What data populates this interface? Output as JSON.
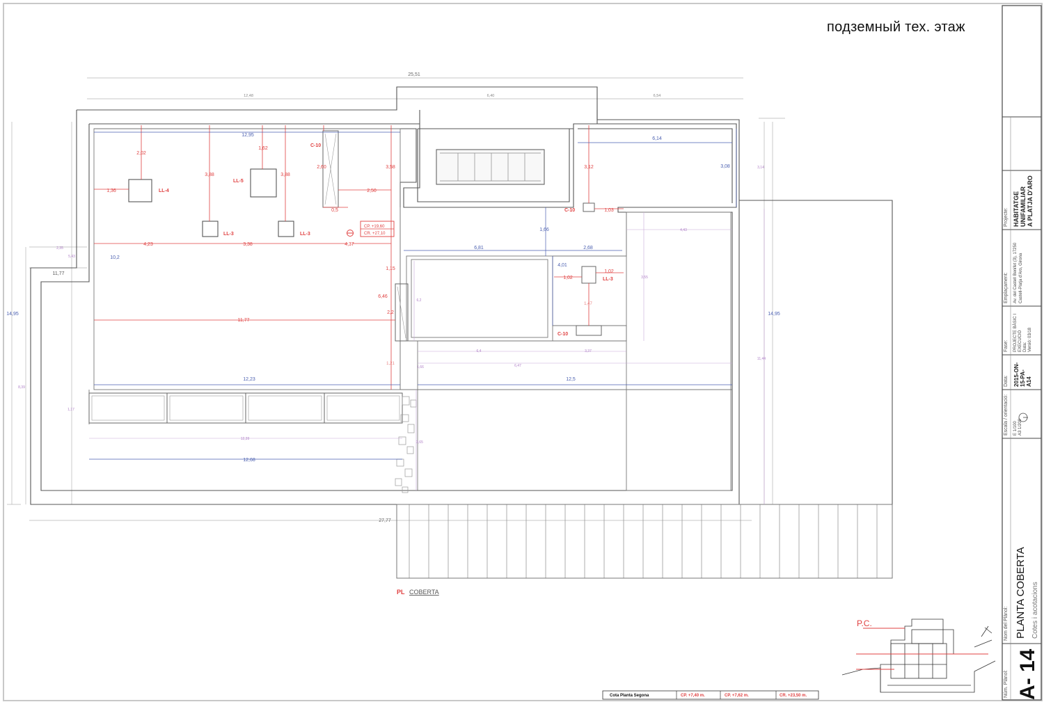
{
  "header": {
    "note": "подземный тех. этаж"
  },
  "plan": {
    "caption_prefix": "PL",
    "caption": "COBERTA",
    "overall": {
      "top": "25,51",
      "bottom": "27,77",
      "left": "14,95",
      "right": "14,95",
      "left_small": "11,77"
    },
    "top_sub": [
      "12,48",
      "6,40",
      "6,54"
    ],
    "blue_dims": [
      {
        "t": "12,95"
      },
      {
        "t": "6,14"
      },
      {
        "t": "3,08"
      },
      {
        "t": "10,2"
      },
      {
        "t": "6,81"
      },
      {
        "t": "2,68"
      },
      {
        "t": "1,66"
      },
      {
        "t": "4,01"
      },
      {
        "t": "12,23"
      },
      {
        "t": "12,68"
      },
      {
        "t": "12,5"
      },
      {
        "t": "14,95"
      },
      {
        "t": "11,77"
      },
      {
        "t": "1,02"
      }
    ],
    "red_dims": [
      {
        "t": "2,02"
      },
      {
        "t": "1,62"
      },
      {
        "t": "3,88"
      },
      {
        "t": "3,88"
      },
      {
        "t": "2,60"
      },
      {
        "t": "3,58"
      },
      {
        "t": "2,50"
      },
      {
        "t": "0,5"
      },
      {
        "t": "1,36"
      },
      {
        "t": "4,23"
      },
      {
        "t": "3,38"
      },
      {
        "t": "4,37"
      },
      {
        "t": "11,77"
      },
      {
        "t": "1,15"
      },
      {
        "t": "6,46"
      },
      {
        "t": "2,2"
      },
      {
        "t": "1,21"
      },
      {
        "t": "3,12"
      },
      {
        "t": "1,03"
      },
      {
        "t": "1,02"
      },
      {
        "t": "1,02"
      },
      {
        "t": "1,47"
      },
      {
        "t": "1,02"
      }
    ],
    "purple_dims": [
      {
        "t": "2,35"
      },
      {
        "t": "4,43"
      },
      {
        "t": "3,55"
      },
      {
        "t": "6,4"
      },
      {
        "t": "3,37"
      },
      {
        "t": "6,47"
      },
      {
        "t": "3,65"
      },
      {
        "t": "12,39"
      },
      {
        "t": "8,39"
      },
      {
        "t": "1,17"
      },
      {
        "t": "3,14"
      },
      {
        "t": "11,44"
      },
      {
        "t": "6,2"
      },
      {
        "t": "1,66"
      },
      {
        "t": "5,43"
      },
      {
        "t": "3,63"
      }
    ],
    "skylights": [
      "LL-4",
      "LL-5",
      "LL-3",
      "LL-3",
      "LL-3"
    ],
    "chimneys": [
      "C-10",
      "C-10",
      "C-10"
    ],
    "cota": [
      "CP. +19,60",
      "CR. +27,10"
    ]
  },
  "title_block": {
    "labels": [
      "Projecte:",
      "Emplaçament:",
      "Fase:",
      "Data:",
      "Escala / orientació:",
      "Nom del Plànol:",
      "Núm. Plànol:"
    ],
    "projecte": [
      "HABITATGE",
      "UNIFAMILIAR",
      "A PLATJA D'ARO"
    ],
    "emplacament": [
      "Av. del Castell Benifet (3), 17250",
      "Castell-Platja d'Aro, Girona"
    ],
    "fase": [
      "PROJECTE BÀSIC I",
      "EXECUCIÓ",
      "Data:",
      "Versió: 03/18"
    ],
    "data": [
      "2015-ON-",
      "15-PA-",
      "A14"
    ],
    "escala": [
      "E 1/100",
      "A3 1/200"
    ],
    "sheet_title": "PLANTA COBERTA",
    "sheet_subtitle": "Cotes i acotacions",
    "sheet_number": "A- 14"
  },
  "section": {
    "label": "P.C."
  },
  "levels": {
    "label": "Cota Planta Segona",
    "cells": [
      "CP. +7,40 m.",
      "CP. +7,62 m.",
      "CR. +23,50 m."
    ]
  }
}
